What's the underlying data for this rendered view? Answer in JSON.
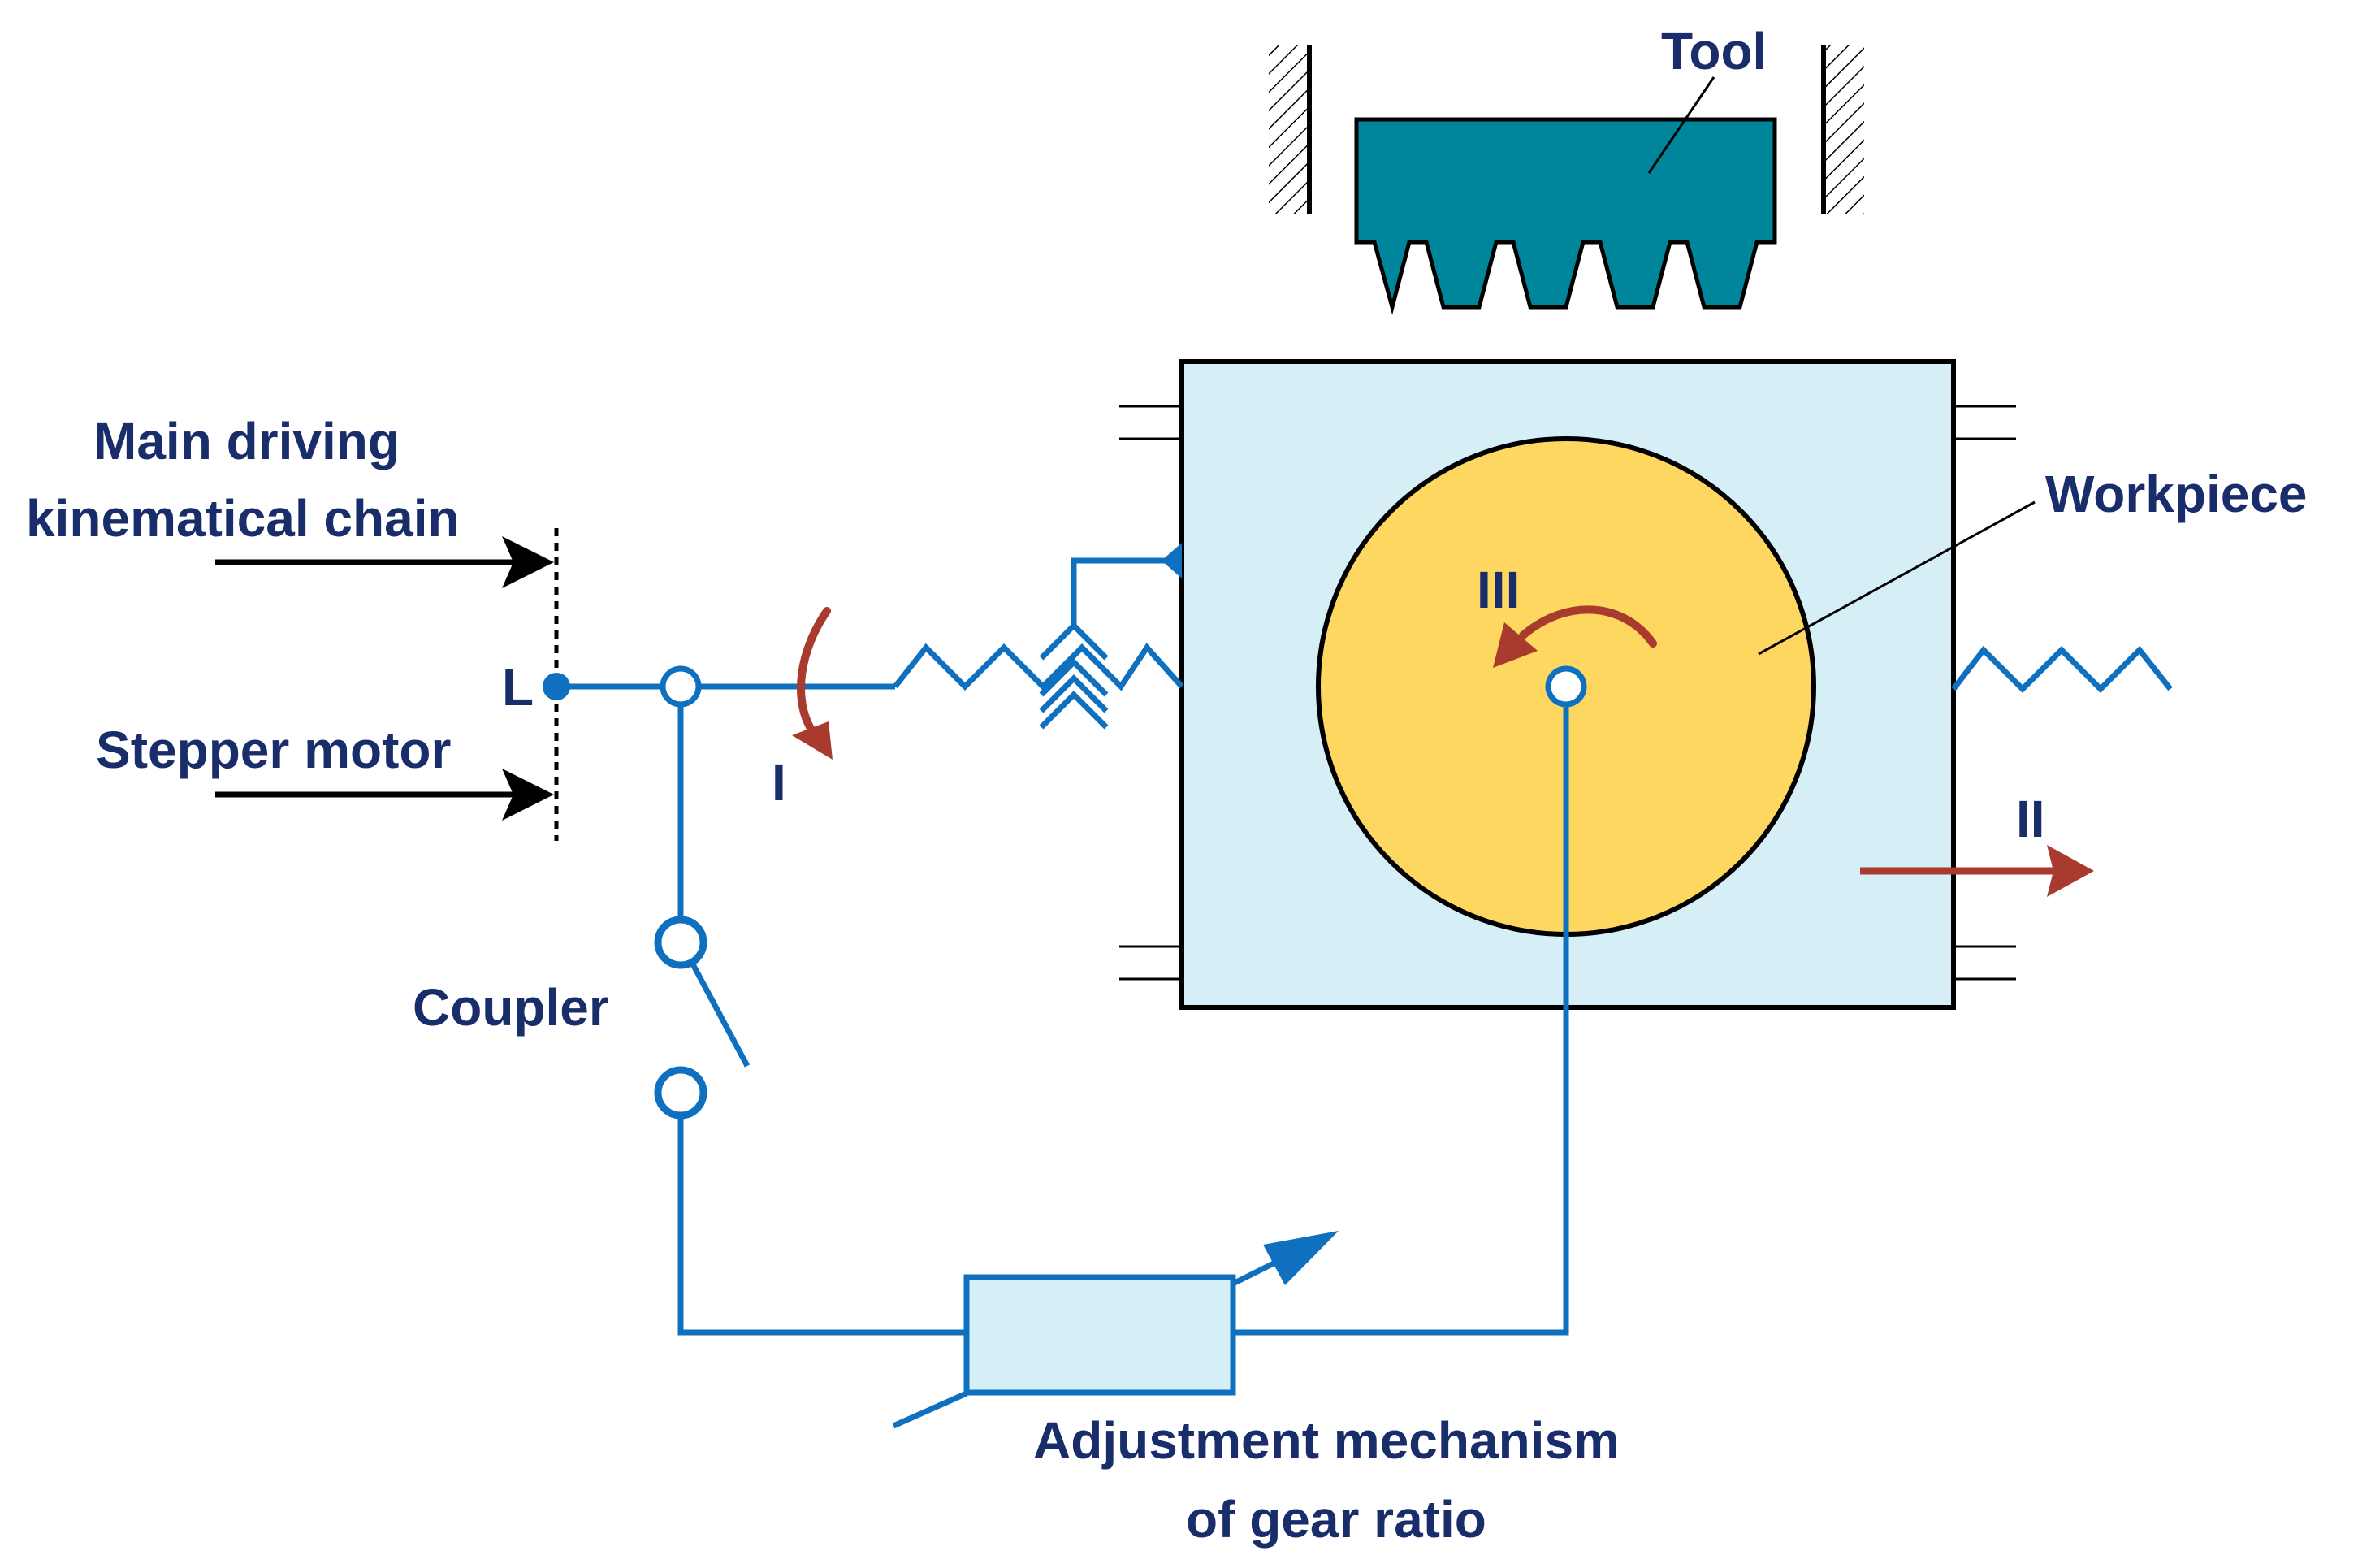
{
  "labels": {
    "main_chain_line1": "Main driving",
    "main_chain_line2": "kinematical chain",
    "stepper_motor": "Stepper motor",
    "point_l": "L",
    "coupler": "Coupler",
    "tool": "Tool",
    "workpiece": "Workpiece",
    "adjustment_line1": "Adjustment mechanism",
    "adjustment_line2": "of gear ratio",
    "motion_i": "I",
    "motion_ii": "II",
    "motion_iii": "III"
  },
  "colors": {
    "kinematic_line": "#0f70c0",
    "label_text": "#1a2d6b",
    "motion_arrow": "#a83a2e",
    "tool_fill": "#00869b",
    "table_fill": "#d6eef5",
    "workpiece_fill": "#fdd75f",
    "adjustment_fill": "#d6eef5",
    "input_arrow": "#000000"
  }
}
